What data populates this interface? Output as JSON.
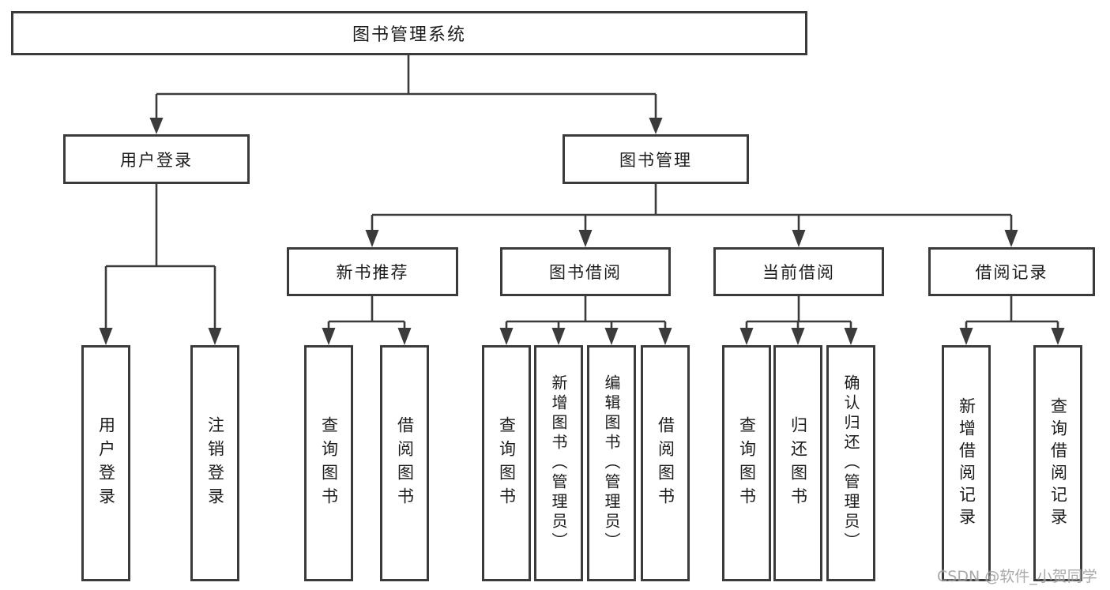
{
  "colors": {
    "background": "#ffffff",
    "line": "#3b3b3b",
    "box_border": "#3b3b3b",
    "text": "#1c1c1c",
    "watermark": "#9b9b9b"
  },
  "watermark": {
    "text": "CSDN @软件_小贺同学"
  },
  "tree": {
    "root": {
      "label": "图书管理系统",
      "children": [
        {
          "label": "用户登录",
          "children": [
            {
              "label": "用户登录"
            },
            {
              "label": "注销登录"
            }
          ]
        },
        {
          "label": "图书管理",
          "children": [
            {
              "label": "新书推荐",
              "children": [
                {
                  "label": "查询图书"
                },
                {
                  "label": "借阅图书"
                }
              ]
            },
            {
              "label": "图书借阅",
              "children": [
                {
                  "label": "查询图书"
                },
                {
                  "label": "新增图书（管理员）"
                },
                {
                  "label": "编辑图书（管理员）"
                },
                {
                  "label": "借阅图书"
                }
              ]
            },
            {
              "label": "当前借阅",
              "children": [
                {
                  "label": "查询图书"
                },
                {
                  "label": "归还图书"
                },
                {
                  "label": "确认归还（管理员）"
                }
              ]
            },
            {
              "label": "借阅记录",
              "children": [
                {
                  "label": "新增借阅记录"
                },
                {
                  "label": "查询借阅记录"
                }
              ]
            }
          ]
        }
      ]
    }
  }
}
